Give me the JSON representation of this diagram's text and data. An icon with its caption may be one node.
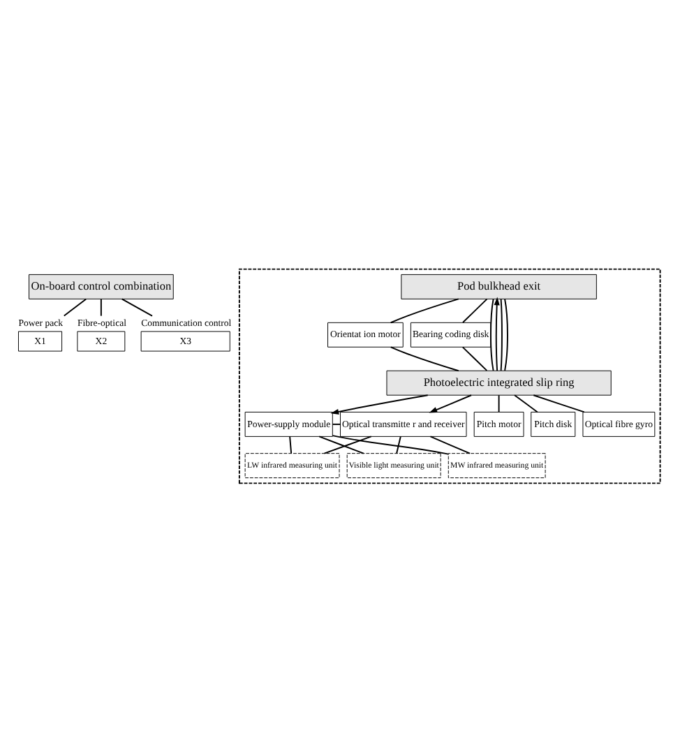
{
  "diagram": {
    "nodes": [
      {
        "text": [
          "On-board control combination"
        ]
      },
      {
        "text": [
          "X1"
        ],
        "beside": [
          "Power pack"
        ]
      },
      {
        "text": [
          "X2"
        ],
        "beside": [
          "Fibre-optical"
        ]
      },
      {
        "text": [
          "X3"
        ],
        "beside": [
          "Communication control"
        ]
      },
      {
        "text": [],
        "shape": "box"
      },
      {
        "text": [
          "Pod bulkhead exit"
        ],
        "in": 4
      },
      {
        "text": [
          "Orientat ion motor"
        ],
        "in": 4
      },
      {
        "text": [
          "Bearing coding disk"
        ],
        "in": 4
      },
      {
        "text": [
          "Photoelectric integrated slip ring"
        ],
        "in": 4
      },
      {
        "text": [
          "Power-supply module"
        ],
        "in": 4
      },
      {
        "text": [
          "Optical transmitte r and receiver"
        ],
        "in": 4
      },
      {
        "text": [
          "Pitch motor"
        ],
        "in": 4
      },
      {
        "text": [
          "Pitch disk"
        ],
        "in": 4
      },
      {
        "text": [
          "Optical fibre gyro"
        ],
        "in": 4
      },
      {
        "text": [
          "Visible light measuring unit"
        ],
        "in": 4
      },
      {
        "text": [
          "MW infrared measuring unit"
        ],
        "in": 4
      },
      {
        "text": [
          "LW infrared measuring unit"
        ],
        "in": 4
      }
    ],
    "edges": [
      {
        "from": 0,
        "to": 1,
        "arrow": "none"
      },
      {
        "from": 0,
        "to": 2,
        "arrow": "none"
      },
      {
        "from": 0,
        "to": 3,
        "arrow": "none"
      },
      {
        "from": 5,
        "to": 8,
        "arrow": "none"
      },
      {
        "from": 8,
        "to": 5,
        "arrow": "to"
      },
      {
        "from": 5,
        "to": 6,
        "arrow": "none"
      },
      {
        "from": 6,
        "to": 8,
        "arrow": "none"
      },
      {
        "from": 5,
        "to": 8,
        "arrow": "none"
      },
      {
        "from": 5,
        "to": 7,
        "arrow": "none"
      },
      {
        "from": 7,
        "to": 8,
        "arrow": "none"
      },
      {
        "from": 5,
        "to": 8,
        "arrow": "none"
      },
      {
        "from": 8,
        "to": 9,
        "arrow": "to"
      },
      {
        "from": 8,
        "to": 10,
        "arrow": "to"
      },
      {
        "from": 8,
        "to": 11,
        "arrow": "none"
      },
      {
        "from": 8,
        "to": 12,
        "arrow": "none"
      },
      {
        "from": 8,
        "to": 13,
        "arrow": "none"
      },
      {
        "from": 9,
        "to": 10,
        "arrow": "none"
      },
      {
        "from": 10,
        "to": 14,
        "arrow": "none"
      },
      {
        "from": 10,
        "to": 15,
        "arrow": "none"
      },
      {
        "from": 10,
        "to": 16,
        "arrow": "none"
      },
      {
        "from": 9,
        "to": 14,
        "arrow": "none"
      },
      {
        "from": 9,
        "to": 15,
        "arrow": "none"
      },
      {
        "from": 9,
        "to": 16,
        "arrow": "none"
      }
    ]
  }
}
